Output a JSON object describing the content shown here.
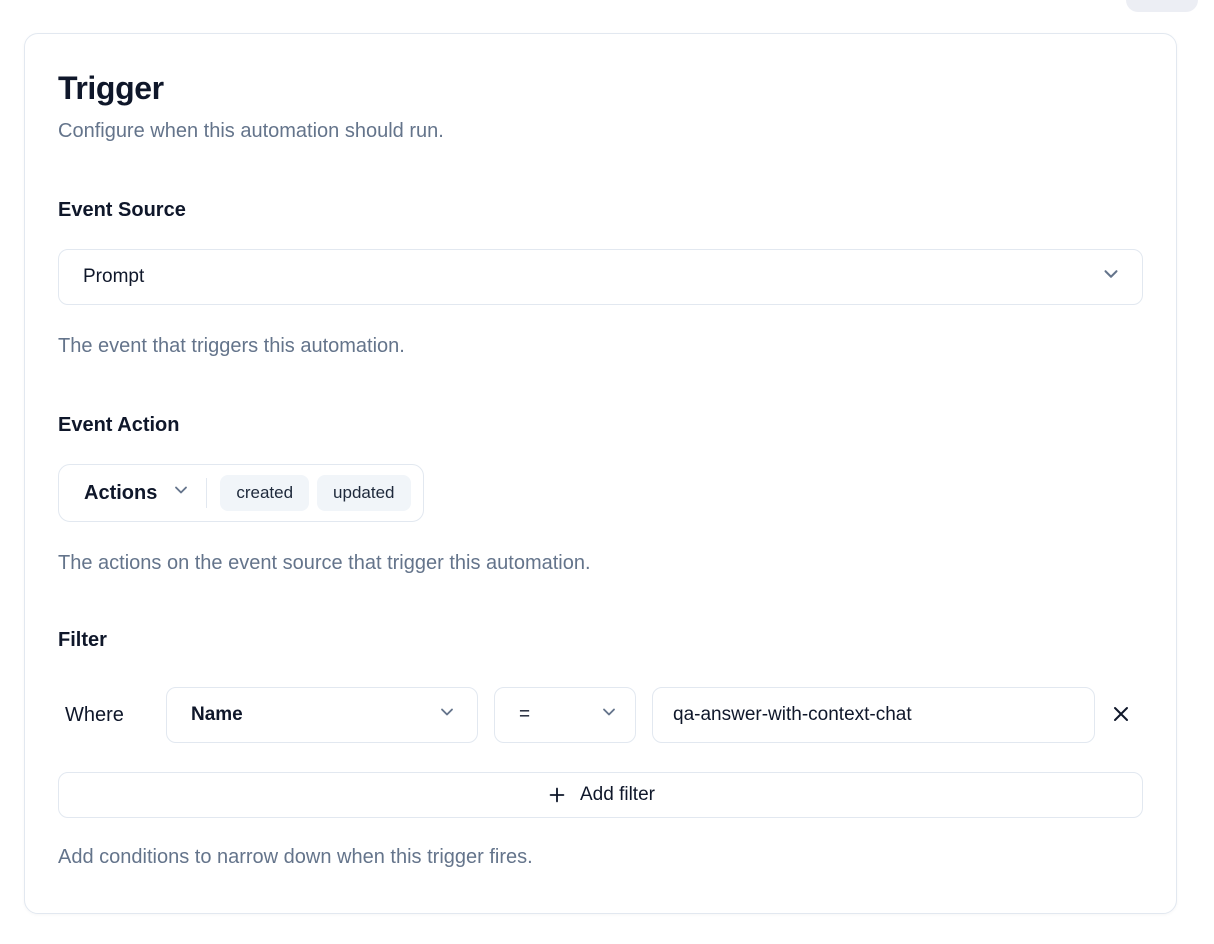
{
  "page": {
    "title": "Trigger",
    "subtitle": "Configure when this automation should run."
  },
  "event_source": {
    "label": "Event Source",
    "selected": "Prompt",
    "helper": "The event that triggers this automation."
  },
  "event_action": {
    "label": "Event Action",
    "dropdown_label": "Actions",
    "selected_actions": [
      "created",
      "updated"
    ],
    "helper": "The actions on the event source that trigger this automation."
  },
  "filter": {
    "label": "Filter",
    "rows": [
      {
        "prefix": "Where",
        "field": "Name",
        "operator": "=",
        "value": "qa-answer-with-context-chat"
      }
    ],
    "add_button_label": "Add filter",
    "helper": "Add conditions to narrow down when this trigger fires."
  },
  "icons": {
    "chevron_down": "chevron-down-icon",
    "plus": "plus-icon",
    "close": "close-icon"
  },
  "colors": {
    "text_dark": "#0f172a",
    "text_muted": "#64748b",
    "border": "#e2e8f0",
    "chip_background": "#f1f5f9",
    "card_background": "#ffffff"
  }
}
